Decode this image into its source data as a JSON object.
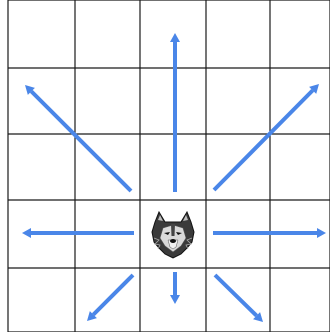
{
  "board": {
    "rows": 5,
    "cols": 5,
    "grid_color": "#1a1a1a",
    "background": "#ffffff"
  },
  "piece": {
    "type": "wolf",
    "icon": "wolf-head-icon",
    "cell": {
      "row": 3,
      "col": 2
    }
  },
  "arrows": {
    "color": "#4a86e8",
    "moves": [
      {
        "name": "arrow-up",
        "direction": "up"
      },
      {
        "name": "arrow-up-right",
        "direction": "up-right"
      },
      {
        "name": "arrow-right",
        "direction": "right"
      },
      {
        "name": "arrow-down-right",
        "direction": "down-right"
      },
      {
        "name": "arrow-down",
        "direction": "down"
      },
      {
        "name": "arrow-down-left",
        "direction": "down-left"
      },
      {
        "name": "arrow-left",
        "direction": "left"
      },
      {
        "name": "arrow-up-left",
        "direction": "up-left"
      }
    ]
  }
}
